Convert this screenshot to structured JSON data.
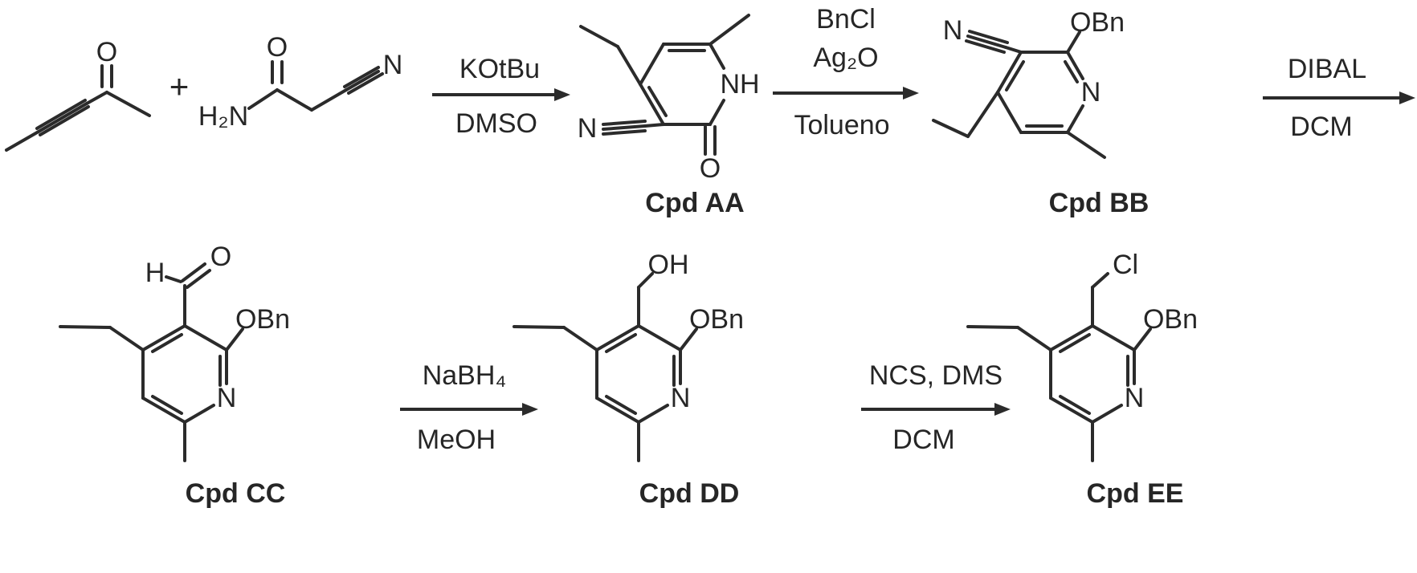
{
  "colors": {
    "background": "#ffffff",
    "ink": "#2b2b2b"
  },
  "scheme": {
    "plus": "+",
    "reagents": {
      "step1_above": "KOtBu",
      "step1_below": "DMSO",
      "step2_above1": "BnCl",
      "step2_above2": "Ag₂O",
      "step2_below": "Tolueno",
      "step3_above": "DIBAL",
      "step3_below": "DCM",
      "step4_above": "NaBH₄",
      "step4_below": "MeOH",
      "step5_above": "NCS, DMS",
      "step5_below": "DCM"
    },
    "labels": {
      "aa": "Cpd AA",
      "bb": "Cpd BB",
      "cc": "Cpd CC",
      "dd": "Cpd DD",
      "ee": "Cpd EE"
    },
    "atoms": {
      "alkynone": {
        "o": "O"
      },
      "cyanoacetamide": {
        "h2n": "H₂N",
        "o": "O",
        "n": "N"
      },
      "aa": {
        "n_nitrile": "N",
        "nh": "NH",
        "o": "O"
      },
      "bb": {
        "n_nitrile": "N",
        "obn": "OBn",
        "n_ring": "N"
      },
      "cc": {
        "h": "H",
        "o": "O",
        "obn": "OBn",
        "n_ring": "N"
      },
      "dd": {
        "oh": "OH",
        "obn": "OBn",
        "n_ring": "N"
      },
      "ee": {
        "cl": "Cl",
        "obn": "OBn",
        "n_ring": "N"
      }
    }
  }
}
